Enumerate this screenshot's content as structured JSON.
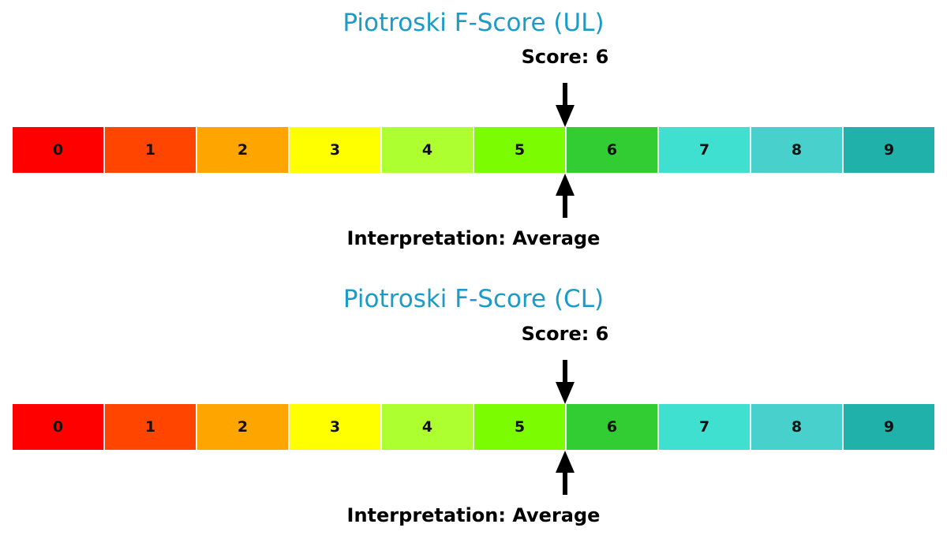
{
  "chart_data": [
    {
      "type": "gauge-bar",
      "title": "Piotroski F-Score (UL)",
      "score_label": "Score: 6",
      "score": 6,
      "interpretation_label": "Interpretation: Average",
      "interpretation": "Average",
      "categories": [
        "0",
        "1",
        "2",
        "3",
        "4",
        "5",
        "6",
        "7",
        "8",
        "9"
      ],
      "colors": [
        "#ff0000",
        "#ff4500",
        "#ffa500",
        "#ffff00",
        "#adff2f",
        "#7cfc00",
        "#32cd32",
        "#40e0d0",
        "#48d1cc",
        "#20b2aa"
      ],
      "marker_position": "boundary between 5 and 6"
    },
    {
      "type": "gauge-bar",
      "title": "Piotroski F-Score (CL)",
      "score_label": "Score: 6",
      "score": 6,
      "interpretation_label": "Interpretation: Average",
      "interpretation": "Average",
      "categories": [
        "0",
        "1",
        "2",
        "3",
        "4",
        "5",
        "6",
        "7",
        "8",
        "9"
      ],
      "colors": [
        "#ff0000",
        "#ff4500",
        "#ffa500",
        "#ffff00",
        "#adff2f",
        "#7cfc00",
        "#32cd32",
        "#40e0d0",
        "#48d1cc",
        "#20b2aa"
      ],
      "marker_position": "boundary between 5 and 6"
    }
  ],
  "panels": [
    {
      "title": "Piotroski F-Score (UL)",
      "score_label": "Score: 6",
      "interpretation_label": "Interpretation: Average",
      "segments": [
        {
          "label": "0",
          "color": "#ff0000"
        },
        {
          "label": "1",
          "color": "#ff4500"
        },
        {
          "label": "2",
          "color": "#ffa500"
        },
        {
          "label": "3",
          "color": "#ffff00"
        },
        {
          "label": "4",
          "color": "#adff2f"
        },
        {
          "label": "5",
          "color": "#7cfc00"
        },
        {
          "label": "6",
          "color": "#32cd32"
        },
        {
          "label": "7",
          "color": "#40e0d0"
        },
        {
          "label": "8",
          "color": "#48d1cc"
        },
        {
          "label": "9",
          "color": "#20b2aa"
        }
      ]
    },
    {
      "title": "Piotroski F-Score (CL)",
      "score_label": "Score: 6",
      "interpretation_label": "Interpretation: Average",
      "segments": [
        {
          "label": "0",
          "color": "#ff0000"
        },
        {
          "label": "1",
          "color": "#ff4500"
        },
        {
          "label": "2",
          "color": "#ffa500"
        },
        {
          "label": "3",
          "color": "#ffff00"
        },
        {
          "label": "4",
          "color": "#adff2f"
        },
        {
          "label": "5",
          "color": "#7cfc00"
        },
        {
          "label": "6",
          "color": "#32cd32"
        },
        {
          "label": "7",
          "color": "#40e0d0"
        },
        {
          "label": "8",
          "color": "#48d1cc"
        },
        {
          "label": "9",
          "color": "#20b2aa"
        }
      ]
    }
  ]
}
